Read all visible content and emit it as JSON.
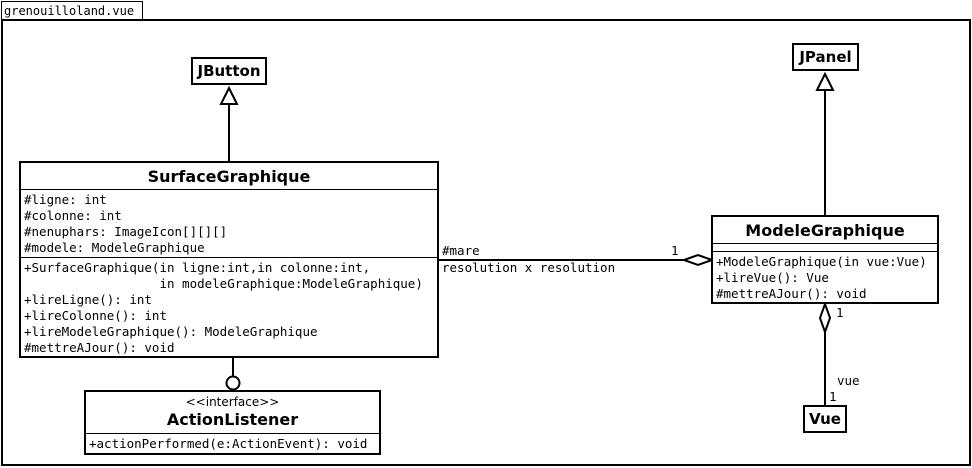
{
  "package": {
    "name": "grenouilloland.vue"
  },
  "classes": {
    "jbutton": {
      "name": "JButton"
    },
    "jpanel": {
      "name": "JPanel"
    },
    "vue": {
      "name": "Vue"
    },
    "surface": {
      "name": "SurfaceGraphique",
      "attributes": [
        "#ligne: int",
        "#colonne: int",
        "#nenuphars: ImageIcon[][][]",
        "#modele: ModeleGraphique"
      ],
      "operations": [
        "+SurfaceGraphique(in ligne:int,in colonne:int,",
        "                  in modeleGraphique:ModeleGraphique)",
        "+lireLigne(): int",
        "+lireColonne(): int",
        "+lireModeleGraphique(): ModeleGraphique",
        "#mettreAJour(): void"
      ]
    },
    "modele": {
      "name": "ModeleGraphique",
      "operations": [
        "+ModeleGraphique(in vue:Vue)",
        "+lireVue(): Vue",
        "#mettreAJour(): void"
      ]
    },
    "action": {
      "stereotype": "<<interface>>",
      "name": "ActionListener",
      "operations": [
        "+actionPerformed(e:ActionEvent): void"
      ]
    }
  },
  "associations": {
    "mare": {
      "role": "#mare",
      "qualifier": "resolution x resolution",
      "multiplicity": "1"
    },
    "vue": {
      "role": "vue",
      "multiplicity_top": "1",
      "multiplicity_bottom": "1"
    }
  }
}
